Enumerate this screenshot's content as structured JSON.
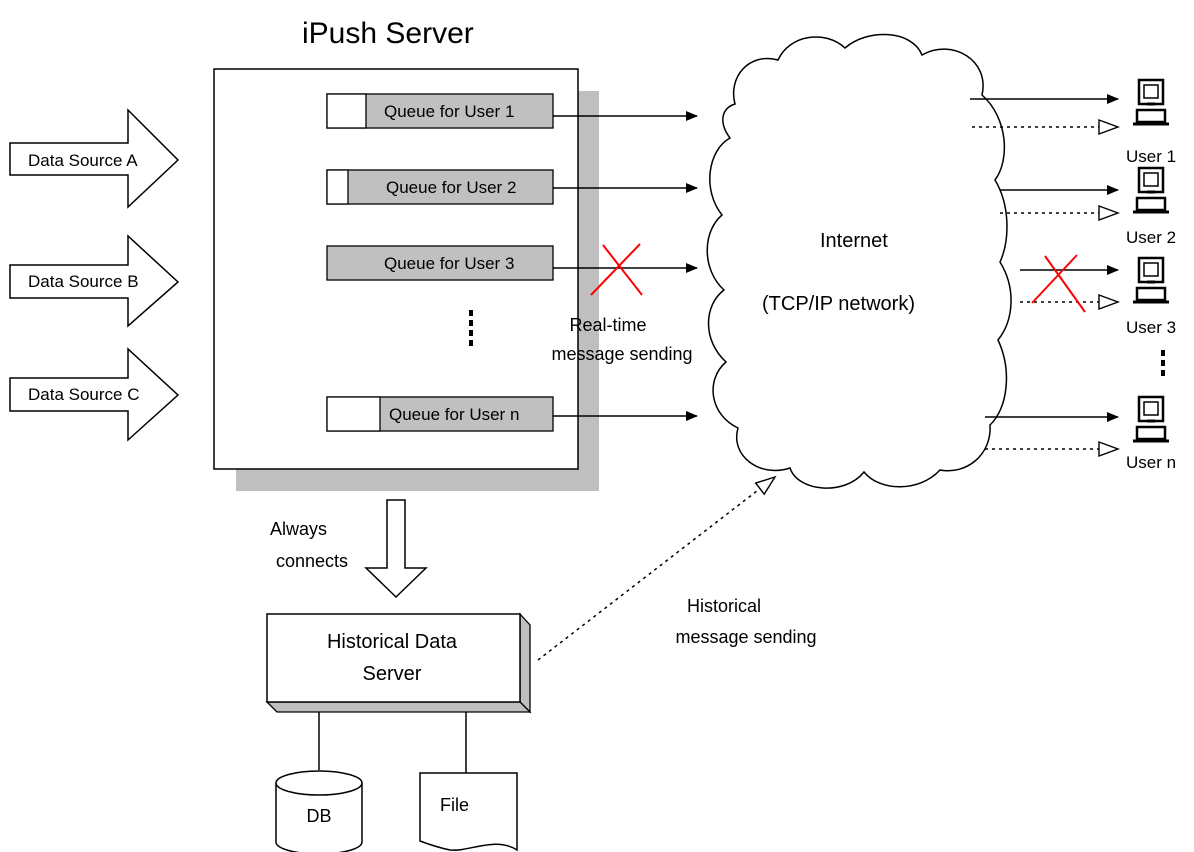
{
  "title": "iPush Server",
  "data_sources": [
    "Data Source A",
    "Data Source B",
    "Data Source C"
  ],
  "queues": [
    "Queue for User 1",
    "Queue for User 2",
    "Queue for User 3",
    "Queue for User n"
  ],
  "internet": {
    "line1": "Internet",
    "line2": "(TCP/IP network)"
  },
  "realtime_label": {
    "line1": "Real-time",
    "line2": "message sending"
  },
  "users": [
    "User 1",
    "User 2",
    "User 3",
    "User n"
  ],
  "connects_label": {
    "line1": "Always",
    "line2": "connects"
  },
  "historical_server": {
    "line1": "Historical Data",
    "line2": "Server"
  },
  "historical_label": {
    "line1": "Historical",
    "line2": "message sending"
  },
  "storage": {
    "db": "DB",
    "file": "File"
  },
  "colors": {
    "queue_fill": "#c0c0c0",
    "shadow": "#bfbfbf",
    "failure_mark": "#ff0000"
  }
}
